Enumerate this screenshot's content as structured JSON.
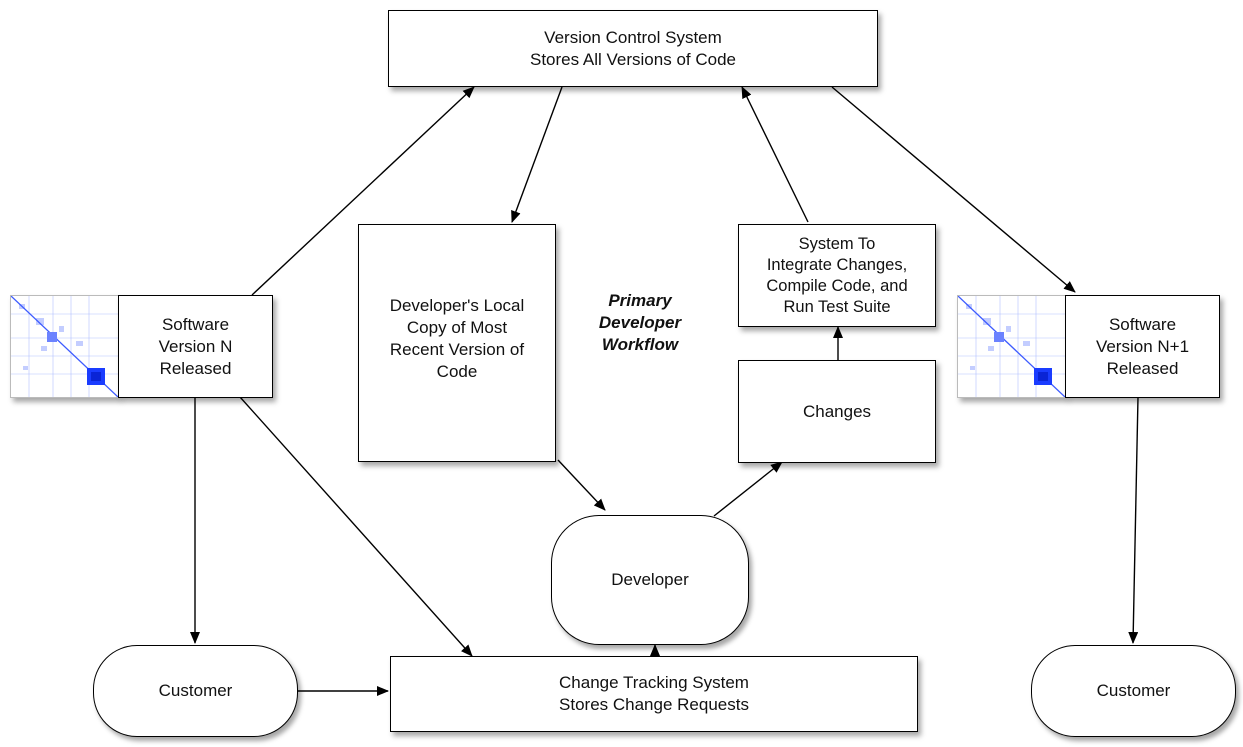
{
  "vcs": {
    "line1": "Version Control System",
    "line2": "Stores All Versions of Code"
  },
  "local_copy": {
    "line1": "Developer's Local",
    "line2": "Copy of Most",
    "line3": "Recent Version of",
    "line4": "Code"
  },
  "integrate": {
    "line1": "System To",
    "line2": "Integrate Changes,",
    "line3": "Compile Code, and",
    "line4": "Run Test Suite"
  },
  "changes": {
    "label": "Changes"
  },
  "workflow_label": {
    "line1": "Primary",
    "line2": "Developer",
    "line3": "Workflow"
  },
  "version_n": {
    "line1": "Software",
    "line2": "Version N",
    "line3": "Released"
  },
  "version_n1": {
    "line1": "Software",
    "line2": "Version N+1",
    "line3": "Released"
  },
  "developer": {
    "label": "Developer"
  },
  "customer_left": {
    "label": "Customer"
  },
  "customer_right": {
    "label": "Customer"
  },
  "tracking": {
    "line1": "Change Tracking System",
    "line2": "Stores Change Requests"
  },
  "colors": {
    "stroke": "#000000",
    "fill": "#ffffff",
    "thumb_accent": "#1a3cff"
  }
}
